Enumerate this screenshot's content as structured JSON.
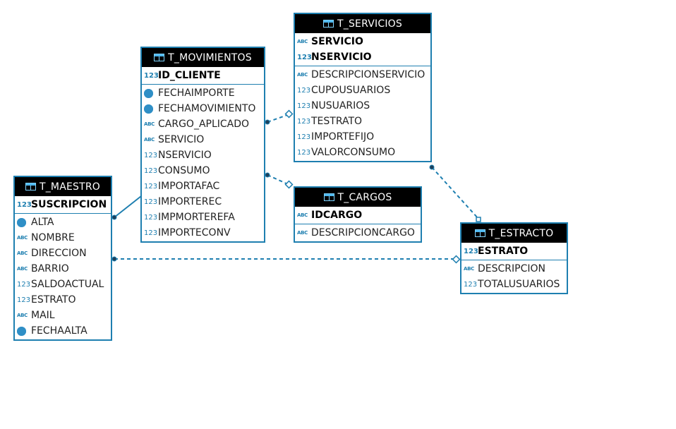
{
  "colors": {
    "border": "#1e7fb0",
    "header_bg": "#000000",
    "header_text": "#ffffff",
    "connector": "#1e7fb0"
  },
  "entities": {
    "t_movimientos": {
      "name": "T_MOVIMIENTOS",
      "keys": [
        {
          "name": "ID_CLIENTE",
          "type": "123"
        }
      ],
      "fields": [
        {
          "name": "FECHAIMPORTE",
          "type": "clock"
        },
        {
          "name": "FECHAMOVIMIENTO",
          "type": "clock"
        },
        {
          "name": "CARGO_APLICADO",
          "type": "ABC"
        },
        {
          "name": "SERVICIO",
          "type": "ABC"
        },
        {
          "name": "NSERVICIO",
          "type": "123"
        },
        {
          "name": "CONSUMO",
          "type": "123"
        },
        {
          "name": "IMPORTAFAC",
          "type": "123"
        },
        {
          "name": "IMPORTEREC",
          "type": "123"
        },
        {
          "name": "IMPMORTEREFA",
          "type": "123"
        },
        {
          "name": "IMPORTECONV",
          "type": "123"
        }
      ]
    },
    "t_servicios": {
      "name": "T_SERVICIOS",
      "keys": [
        {
          "name": "SERVICIO",
          "type": "ABC"
        },
        {
          "name": "NSERVICIO",
          "type": "123"
        }
      ],
      "fields": [
        {
          "name": "DESCRIPCIONSERVICIO",
          "type": "ABC"
        },
        {
          "name": "CUPOUSUARIOS",
          "type": "123"
        },
        {
          "name": "NUSUARIOS",
          "type": "123"
        },
        {
          "name": "TESTRATO",
          "type": "123"
        },
        {
          "name": "IMPORTEFIJO",
          "type": "123"
        },
        {
          "name": "VALORCONSUMO",
          "type": "123"
        }
      ]
    },
    "t_maestro": {
      "name": "T_MAESTRO",
      "keys": [
        {
          "name": "SUSCRIPCION",
          "type": "123"
        }
      ],
      "fields": [
        {
          "name": "ALTA",
          "type": "clock"
        },
        {
          "name": "NOMBRE",
          "type": "ABC"
        },
        {
          "name": "DIRECCION",
          "type": "ABC"
        },
        {
          "name": "BARRIO",
          "type": "ABC"
        },
        {
          "name": "SALDOACTUAL",
          "type": "123"
        },
        {
          "name": "ESTRATO",
          "type": "123"
        },
        {
          "name": "MAIL",
          "type": "ABC"
        },
        {
          "name": "FECHAALTA",
          "type": "clock"
        }
      ]
    },
    "t_cargos": {
      "name": "T_CARGOS",
      "keys": [
        {
          "name": "IDCARGO",
          "type": "ABC"
        }
      ],
      "fields": [
        {
          "name": "DESCRIPCIONCARGO",
          "type": "ABC"
        }
      ]
    },
    "t_estracto": {
      "name": "T_ESTRACTO",
      "keys": [
        {
          "name": "ESTRATO",
          "type": "123"
        }
      ],
      "fields": [
        {
          "name": "DESCRIPCION",
          "type": "ABC"
        },
        {
          "name": "TOTALUSUARIOS",
          "type": "123"
        }
      ]
    }
  },
  "relationships": [
    {
      "from": "t_movimientos",
      "to": "t_servicios",
      "style": "dashed"
    },
    {
      "from": "t_movimientos",
      "to": "t_cargos",
      "style": "dashed"
    },
    {
      "from": "t_maestro",
      "to": "t_movimientos",
      "style": "solid"
    },
    {
      "from": "t_maestro",
      "to": "t_estracto",
      "style": "dashed"
    },
    {
      "from": "t_servicios",
      "to": "t_estracto",
      "style": "dashed"
    }
  ]
}
